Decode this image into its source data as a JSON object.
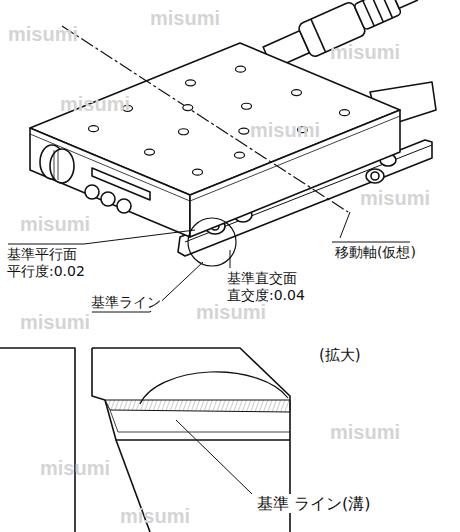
{
  "diagram": {
    "labels": [
      "基準平行面 平行度:0.02",
      "基準ライン",
      "基準直交面 直交度:0.04",
      "移動軸(仮想)",
      "(拡大)",
      "基準 ライン(溝)",
      "misumi",
      "misumi",
      "misumi",
      "misumi",
      "misumi",
      "misumi",
      "misumi",
      "misumi",
      "misumi",
      "misumi",
      "misumi",
      "misumi"
    ]
  }
}
